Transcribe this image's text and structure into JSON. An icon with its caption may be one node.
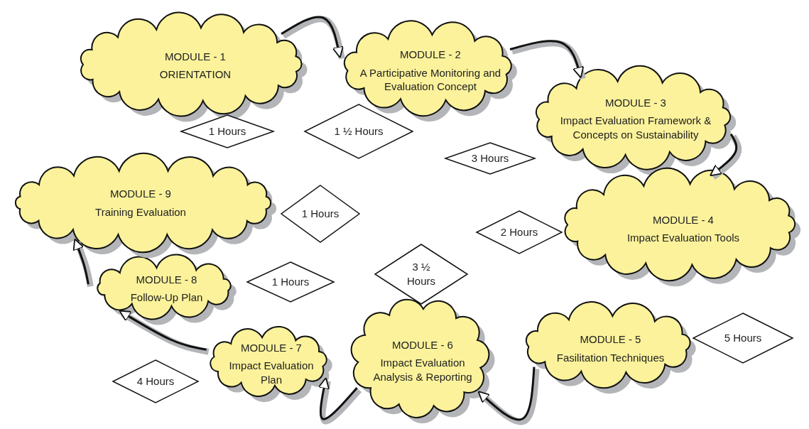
{
  "diagram": {
    "nodes": [
      {
        "text": [
          "MODULE - 1",
          "ORIENTATION"
        ]
      },
      {
        "text": [
          "MODULE - 2",
          "A Participative Monitoring and Evaluation Concept"
        ]
      },
      {
        "text": [
          "MODULE - 3",
          "Impact Evaluation Framework & Concepts on Sustainability"
        ]
      },
      {
        "text": [
          "MODULE - 4",
          "Impact Evaluation Tools"
        ]
      },
      {
        "text": [
          "MODULE - 5",
          "Fasilitation Techniques"
        ]
      },
      {
        "text": [
          "MODULE - 6",
          "Impact Evaluation Analysis & Reporting"
        ]
      },
      {
        "text": [
          "MODULE - 7",
          "Impact Evaluation Plan"
        ]
      },
      {
        "text": [
          "MODULE - 8",
          "Follow-Up Plan"
        ]
      },
      {
        "text": [
          "MODULE - 9",
          "Training Evaluation"
        ]
      },
      {
        "text": [
          "1 Hours"
        ]
      },
      {
        "text": [
          "1 ½ Hours"
        ]
      },
      {
        "text": [
          "3 Hours"
        ]
      },
      {
        "text": [
          "1 Hours"
        ]
      },
      {
        "text": [
          "2 Hours"
        ]
      },
      {
        "text": [
          "3 ½ Hours"
        ]
      },
      {
        "text": [
          "1 Hours"
        ]
      },
      {
        "text": [
          "5 Hours"
        ]
      },
      {
        "text": [
          "4 Hours"
        ]
      }
    ],
    "edges": [
      {
        "from": 0,
        "to": 1,
        "arrow": "to"
      },
      {
        "from": 1,
        "to": 2,
        "arrow": "to"
      },
      {
        "from": 2,
        "to": 3,
        "arrow": "to"
      },
      {
        "from": 4,
        "to": 5,
        "arrow": "to"
      },
      {
        "from": 5,
        "to": 6,
        "arrow": "to"
      },
      {
        "from": 6,
        "to": 7,
        "arrow": "to"
      },
      {
        "from": 7,
        "to": 8,
        "arrow": "to"
      }
    ]
  }
}
